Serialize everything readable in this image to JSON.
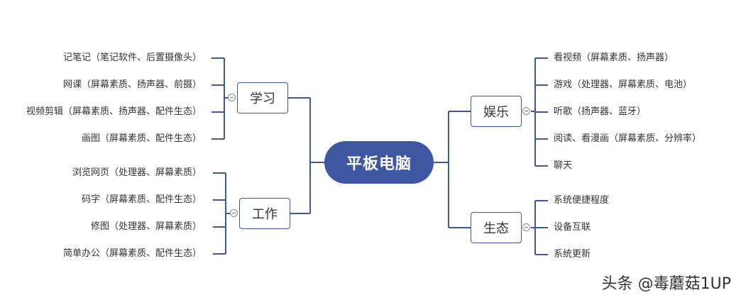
{
  "root": {
    "label": "平板电脑"
  },
  "branches": {
    "study": {
      "label": "学习",
      "items": [
        "记笔记（笔记软件、后置摄像头）",
        "网课（屏幕素质、扬声器、前摄）",
        "视频剪辑（屏幕素质、扬声器、配件生态）",
        "画图（屏幕素质、配件生态）"
      ]
    },
    "work": {
      "label": "工作",
      "items": [
        "浏览网页（处理器、屏幕素质）",
        "码字（屏幕素质、配件生态）",
        "修图（处理器、屏幕素质）",
        "简单办公（屏幕素质、配件生态）"
      ]
    },
    "entertainment": {
      "label": "娱乐",
      "items": [
        "看视频（屏幕素质、扬声器）",
        "游戏（处理器、屏幕素质、电池）",
        "听歌（扬声器、蓝牙）",
        "阅读、看漫画（屏幕素质、分辨率）",
        "聊天"
      ]
    },
    "ecosystem": {
      "label": "生态",
      "items": [
        "系统便捷程度",
        "设备互联",
        "系统更新"
      ]
    }
  },
  "watermark": "头条 @毒蘑菇1UP",
  "colors": {
    "line": "#3f56a0",
    "root_fill": "#3f56a0",
    "text": "#333333"
  }
}
